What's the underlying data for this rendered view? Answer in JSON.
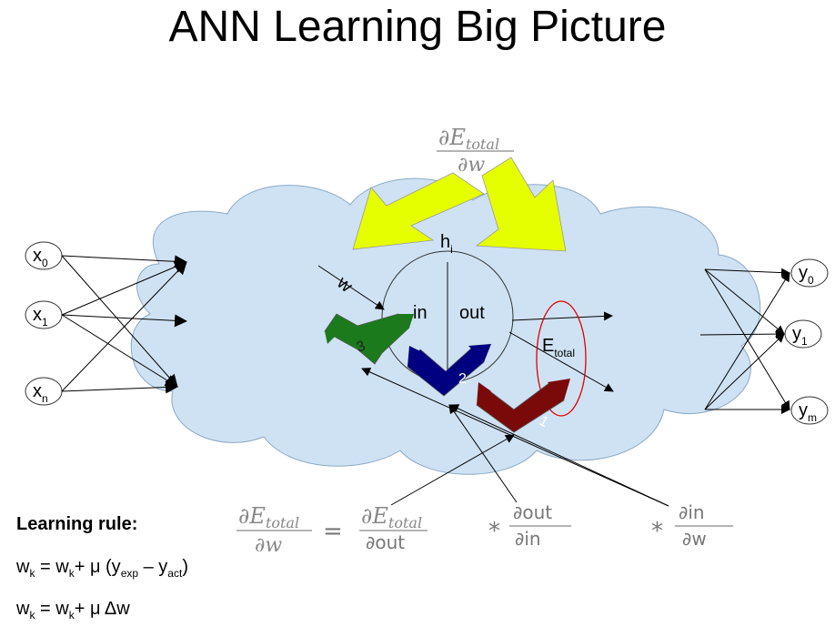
{
  "title": "ANN Learning Big Picture",
  "inputs": [
    {
      "base": "x",
      "sub": "0"
    },
    {
      "base": "x",
      "sub": "1"
    },
    {
      "base": "x",
      "sub": "n"
    }
  ],
  "outputs": [
    {
      "base": "y",
      "sub": "0"
    },
    {
      "base": "y",
      "sub": "1"
    },
    {
      "base": "y",
      "sub": "m"
    }
  ],
  "hidden_node": {
    "label_base": "h",
    "label_sub": "i",
    "in_label": "in",
    "out_label": "out"
  },
  "weight_label": "w",
  "error_label": {
    "base": "E",
    "sub": "total"
  },
  "step_numbers": [
    "3",
    "2",
    "1"
  ],
  "gradient_top": {
    "numerator": "∂E",
    "numerator_sub": "total",
    "denominator": "∂w"
  },
  "chain_rule": {
    "lhs_num": "∂E",
    "lhs_num_sub": "total",
    "lhs_den": "∂w",
    "equals": "=",
    "t1_num": "∂E",
    "t1_num_sub": "total",
    "t1_den": "∂out",
    "times": "*",
    "t2_num": "∂out",
    "t2_den": "∂in",
    "t3_num": "∂in",
    "t3_den": "∂w"
  },
  "learning_rule": {
    "heading": "Learning rule:",
    "line1": {
      "w": "w",
      "k": "k",
      "eq": " = ",
      "w2": "w",
      "k2": "k",
      "plus": "+ μ (y",
      "exp": "exp",
      "minus": " – y",
      "act": "act",
      "close": ")"
    },
    "line2": {
      "w": "w",
      "k": "k",
      "eq": " = ",
      "w2": "w",
      "k2": "k",
      "rest": "+ μ Δw"
    }
  },
  "colors": {
    "cloud": "#cfe2f3",
    "yellow_arrow": "#e6ff00",
    "green_arrow": "#1b7a1b",
    "blue_arrow": "#000080",
    "red_arrow": "#7a0a0a",
    "ellipse": "#e00000"
  }
}
